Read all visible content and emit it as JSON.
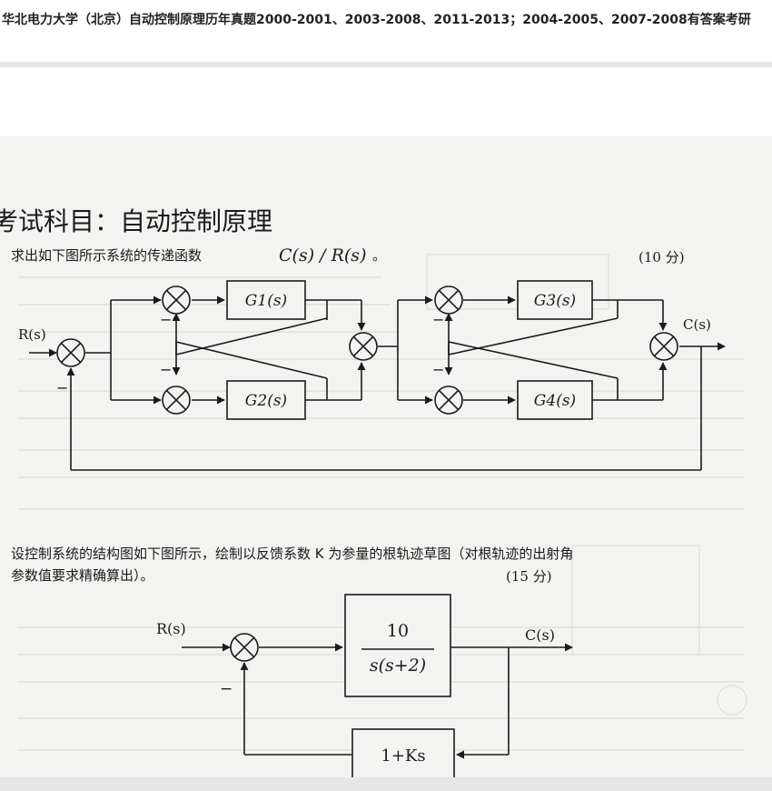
{
  "doc": {
    "title": "华北电力大学（北京）自动控制原理历年真题2000-2001、2003-2008、2011-2013；2004-2005、2007-2008有答案考研"
  },
  "exam": {
    "subject_heading": "考试科目：自动控制原理",
    "q1": {
      "prompt": "求出如下图所示系统的传递函数",
      "formula": "C(s) / R(s)",
      "period": "。",
      "score": "(10 分)"
    },
    "q2": {
      "line1": "设控制系统的结构图如下图所示，绘制以反馈系数 K 为参量的根轨迹草图（对根轨迹的出射角",
      "line2": "参数值要求精确算出）。",
      "score": "(15 分)"
    }
  },
  "diagram1": {
    "input_label": "R(s)",
    "output_label": "C(s)",
    "blocks": [
      "G1(s)",
      "G2(s)",
      "G3(s)",
      "G4(s)"
    ],
    "sign_minus": "−"
  },
  "diagram2": {
    "input_label": "R(s)",
    "output_label": "C(s)",
    "forward_numerator": "10",
    "forward_denominator": "s(s+2)",
    "feedback_block": "1+Ks",
    "sign_minus": "−"
  }
}
